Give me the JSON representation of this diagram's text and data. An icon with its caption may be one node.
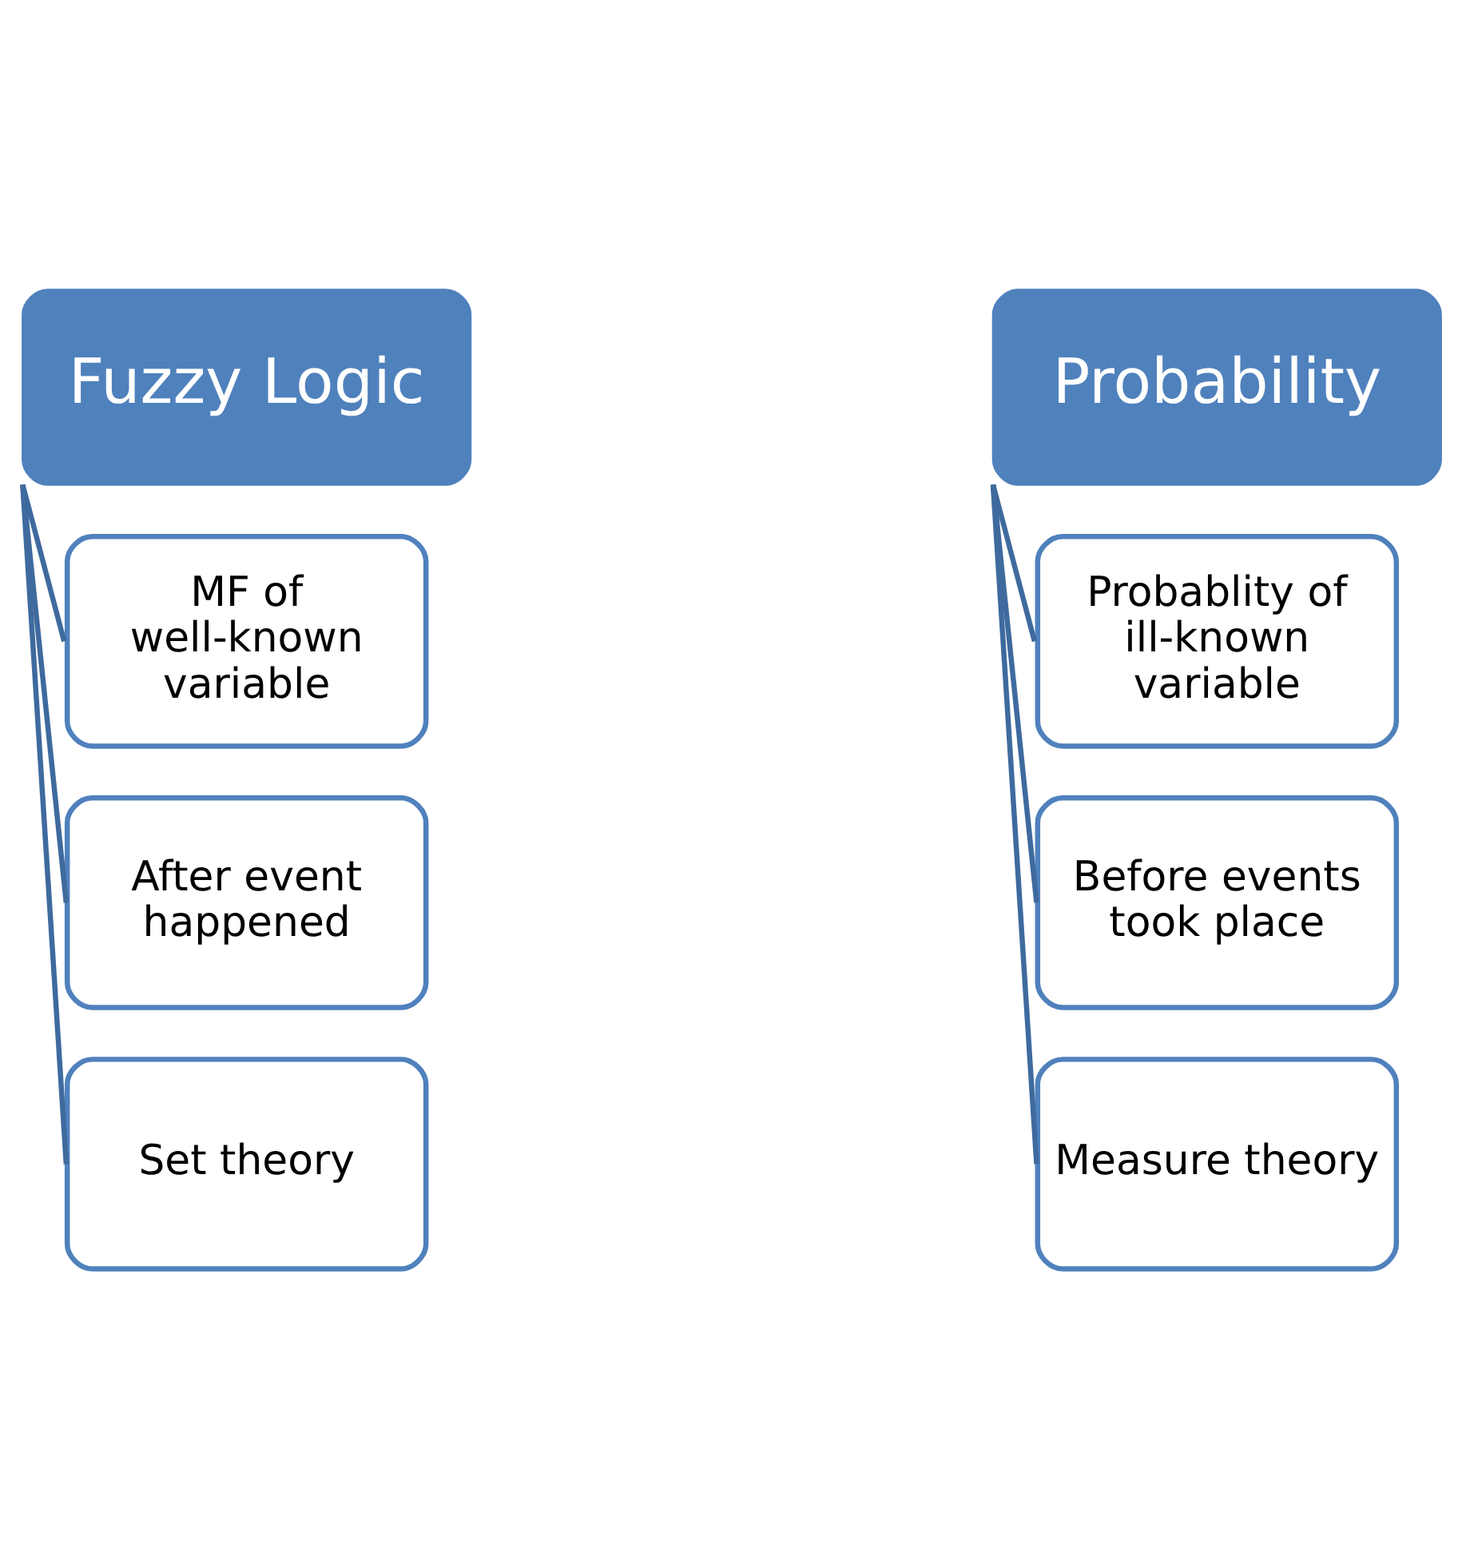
{
  "diagram": {
    "nodes": [
      {
        "text": [
          "Fuzzy Logic"
        ]
      },
      {
        "text": [
          "MF of well-known variable"
        ]
      },
      {
        "text": [
          "After event happened"
        ]
      },
      {
        "text": [
          "Set theory"
        ]
      },
      {
        "text": [
          "Probability"
        ]
      },
      {
        "text": [
          "Probablity of ill-known variable"
        ]
      },
      {
        "text": [
          "Before events took place"
        ]
      },
      {
        "text": [
          "Measure theory"
        ]
      }
    ],
    "edges": [
      {
        "from": 0,
        "to": 1,
        "arrow": "none"
      },
      {
        "from": 0,
        "to": 2,
        "arrow": "none"
      },
      {
        "from": 0,
        "to": 3,
        "arrow": "none"
      },
      {
        "from": 4,
        "to": 5,
        "arrow": "none"
      },
      {
        "from": 4,
        "to": 6,
        "arrow": "none"
      },
      {
        "from": 4,
        "to": 7,
        "arrow": "none"
      }
    ]
  }
}
